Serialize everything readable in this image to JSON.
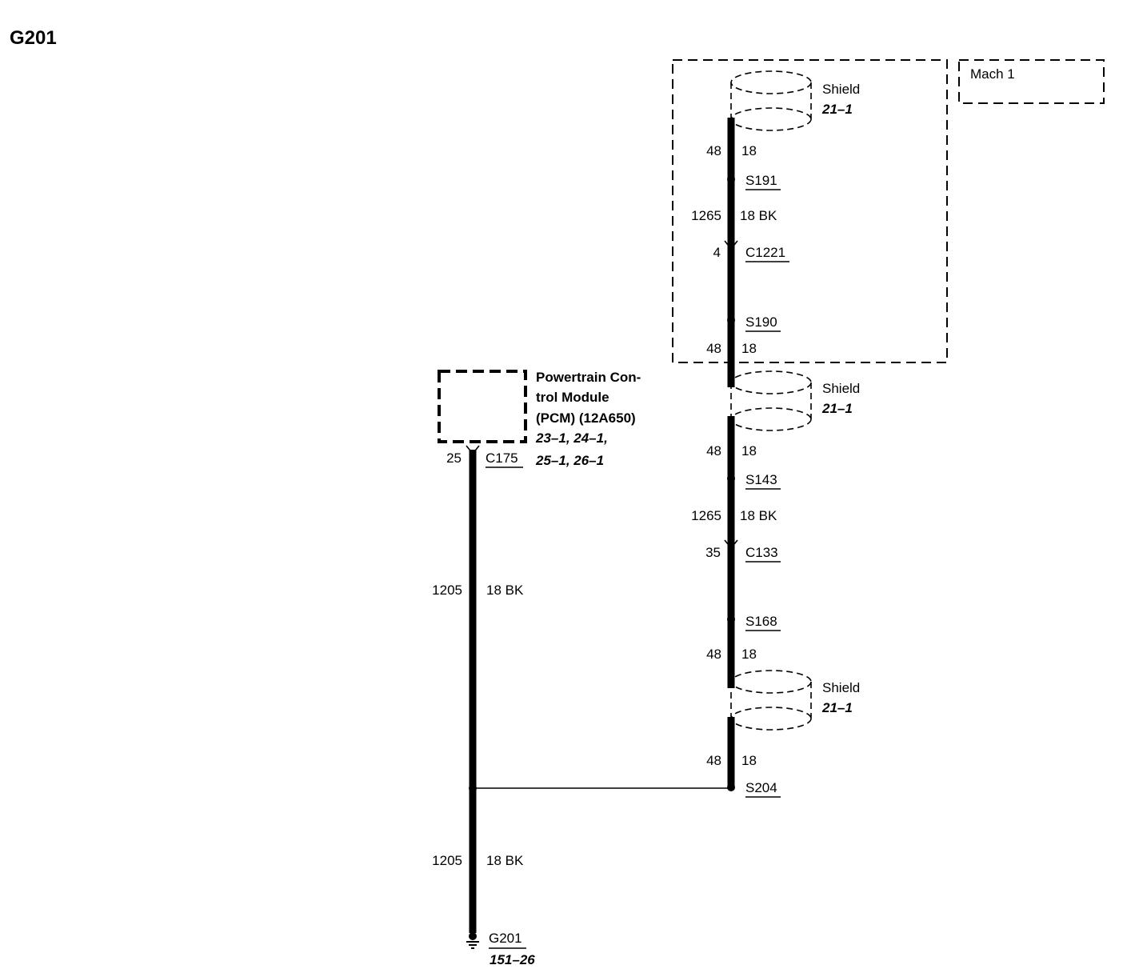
{
  "title": "G201",
  "option_box": {
    "label": "Mach 1"
  },
  "pcm": {
    "name_lines": [
      "Powertrain Con-",
      "trol Module",
      "(PCM) (12A650)"
    ],
    "ref_lines": [
      "23–1, 24–1,",
      "25–1, 26–1"
    ],
    "connector": {
      "pin": "25",
      "id": "C175"
    }
  },
  "left_wire": {
    "upper": {
      "circuit": "1205",
      "gauge_color": "18 BK"
    },
    "lower": {
      "circuit": "1205",
      "gauge_color": "18 BK"
    }
  },
  "ground": {
    "id": "G201",
    "ref": "151–26"
  },
  "shields": [
    {
      "label": "Shield",
      "ref": "21–1"
    },
    {
      "label": "Shield",
      "ref": "21–1"
    },
    {
      "label": "Shield",
      "ref": "21–1"
    }
  ],
  "right_wire_segments": [
    {
      "circuit": "48",
      "gauge_color": "18"
    },
    {
      "circuit": "1265",
      "gauge_color": "18 BK"
    },
    {
      "circuit": "48",
      "gauge_color": "18"
    },
    {
      "circuit": "48",
      "gauge_color": "18"
    },
    {
      "circuit": "1265",
      "gauge_color": "18 BK"
    },
    {
      "circuit": "48",
      "gauge_color": "18"
    },
    {
      "circuit": "48",
      "gauge_color": "18"
    }
  ],
  "splices": [
    "S191",
    "S190",
    "S143",
    "S168",
    "S204"
  ],
  "connectors": [
    {
      "pin": "4",
      "id": "C1221"
    },
    {
      "pin": "35",
      "id": "C133"
    }
  ]
}
